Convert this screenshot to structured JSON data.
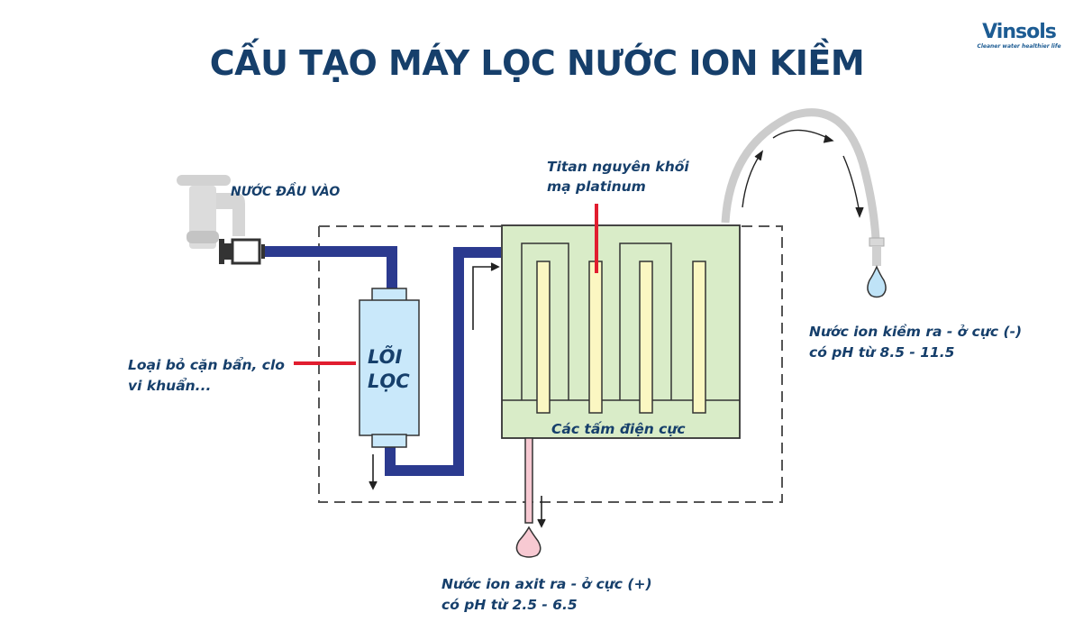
{
  "title": "CẤU TẠO MÁY LỌC NƯỚC ION KIỀM",
  "brand": {
    "name": "Vinsols",
    "tagline": "Cleaner water healthier life"
  },
  "labels": {
    "water_input": "NƯỚC ĐẦU VÀO",
    "filter_core_line1": "LÕI",
    "filter_core_line2": "LỌC",
    "filter_desc_line1": "Loại bỏ cặn bẩn, clo",
    "filter_desc_line2": "vi khuẩn...",
    "titan_line1": "Titan nguyên khối",
    "titan_line2": "mạ platinum",
    "electrodes": "Các tấm điện cực",
    "alkaline_line1": "Nước ion kiềm ra - ở cực (-)",
    "alkaline_line2": "có pH từ 8.5 - 11.5",
    "acid_line1": "Nước ion axit ra - ở cực (+)",
    "acid_line2": "có pH từ 2.5 - 6.5"
  },
  "colors": {
    "title": "#163f6b",
    "pipe": "#2b3a8f",
    "pointer": "#e11d2f",
    "filter_fill": "#c9e8fa",
    "chamber_fill": "#d9ecc8",
    "electrode_fill": "#fbf7c2",
    "acid_fill": "#f7c9d2",
    "alkaline_drop": "#bfe3f7",
    "faucet": "#cfcfcf",
    "hose": "#cccccc"
  }
}
